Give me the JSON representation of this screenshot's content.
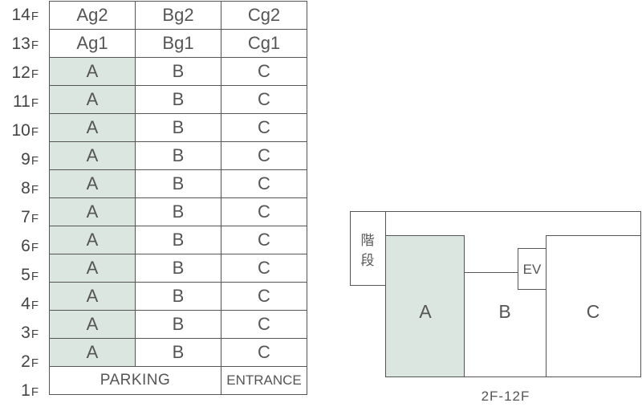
{
  "floors": [
    "14",
    "13",
    "12",
    "11",
    "10",
    "9",
    "8",
    "7",
    "6",
    "5",
    "4",
    "3",
    "2",
    "1"
  ],
  "floor_suffix": "F",
  "rows": [
    [
      "Ag2",
      "Bg2",
      "Cg2"
    ],
    [
      "Ag1",
      "Bg1",
      "Cg1"
    ],
    [
      "A",
      "B",
      "C"
    ],
    [
      "A",
      "B",
      "C"
    ],
    [
      "A",
      "B",
      "C"
    ],
    [
      "A",
      "B",
      "C"
    ],
    [
      "A",
      "B",
      "C"
    ],
    [
      "A",
      "B",
      "C"
    ],
    [
      "A",
      "B",
      "C"
    ],
    [
      "A",
      "B",
      "C"
    ],
    [
      "A",
      "B",
      "C"
    ],
    [
      "A",
      "B",
      "C"
    ],
    [
      "A",
      "B",
      "C"
    ]
  ],
  "ground": {
    "parking": "PARKING",
    "entrance": "ENTRANCE"
  },
  "plan": {
    "stairs_line1": "階",
    "stairs_line2": "段",
    "ev": "EV",
    "unit_a": "A",
    "unit_b": "B",
    "unit_c": "C",
    "caption": "2F-12F"
  },
  "colors": {
    "highlight": "#dce6e1",
    "line": "#555555"
  }
}
